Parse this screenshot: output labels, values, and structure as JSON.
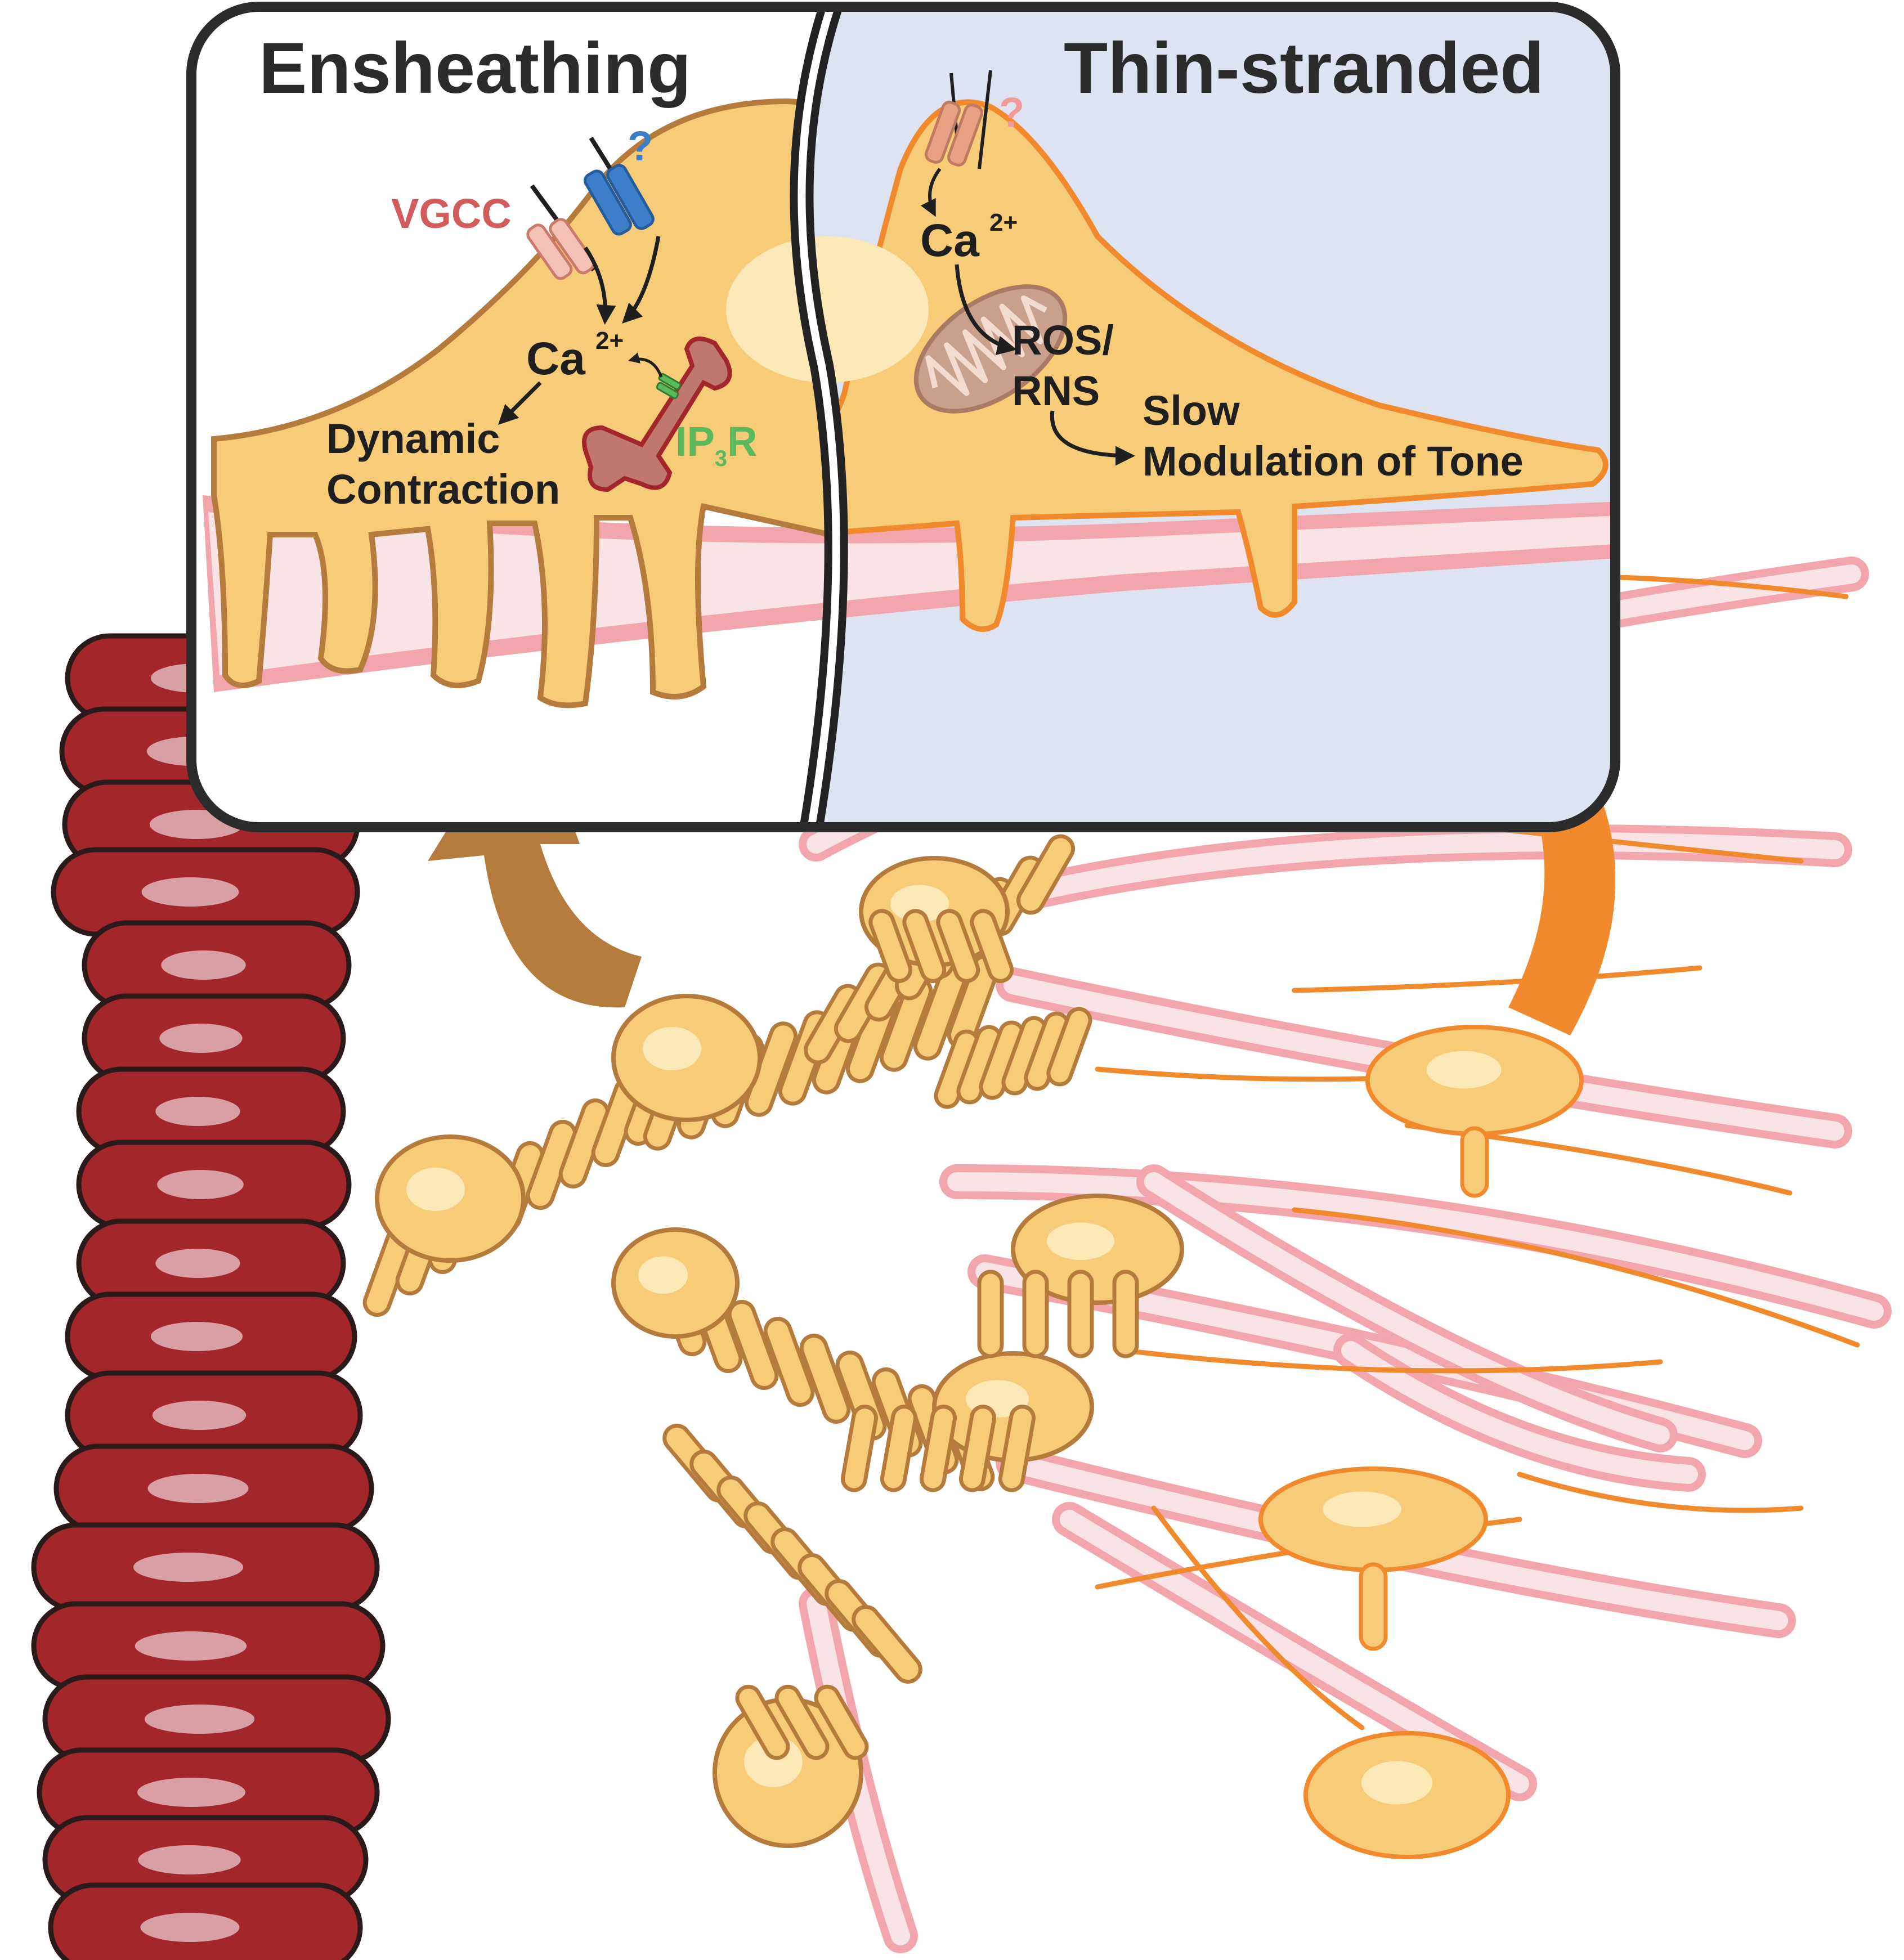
{
  "panels": {
    "left": {
      "title": "Ensheathing"
    },
    "right": {
      "title": "Thin-stranded"
    }
  },
  "labels": {
    "vgcc": "VGCC",
    "question_left": "?",
    "question_right": "?",
    "ca_left": "Ca",
    "ca_left_sup": "2+",
    "ca_right": "Ca",
    "ca_right_sup": "2+",
    "ip3r_a": "IP",
    "ip3r_sub": "3",
    "ip3r_b": "R",
    "dynamic": "Dynamic",
    "contraction": "Contraction",
    "ros": "ROS/",
    "rns": "RNS",
    "slow": "Slow",
    "modulation": "Modulation of Tone"
  },
  "colors": {
    "arteriole": "#a3262b",
    "arteriole_highlight": "#d9a0a4",
    "pericyte_fill": "#f7cc78",
    "pericyte_highlight": "#fde9b8",
    "ensheathing_outline": "#b47b3c",
    "thin_strand": "#f08a2c",
    "capillary_outer": "#f2a5ad",
    "capillary_inner": "#f9e3e6",
    "right_panel_bg": "#dde3f1",
    "vgcc": "#d25b5b",
    "question_left": "#3c7ec7",
    "question_right": "#f29a9a",
    "ip3r": "#5cb85c",
    "mitochondrion": "#c9a08c",
    "arrow_brown": "#b47b3c",
    "arrow_orange": "#f08a2c"
  }
}
